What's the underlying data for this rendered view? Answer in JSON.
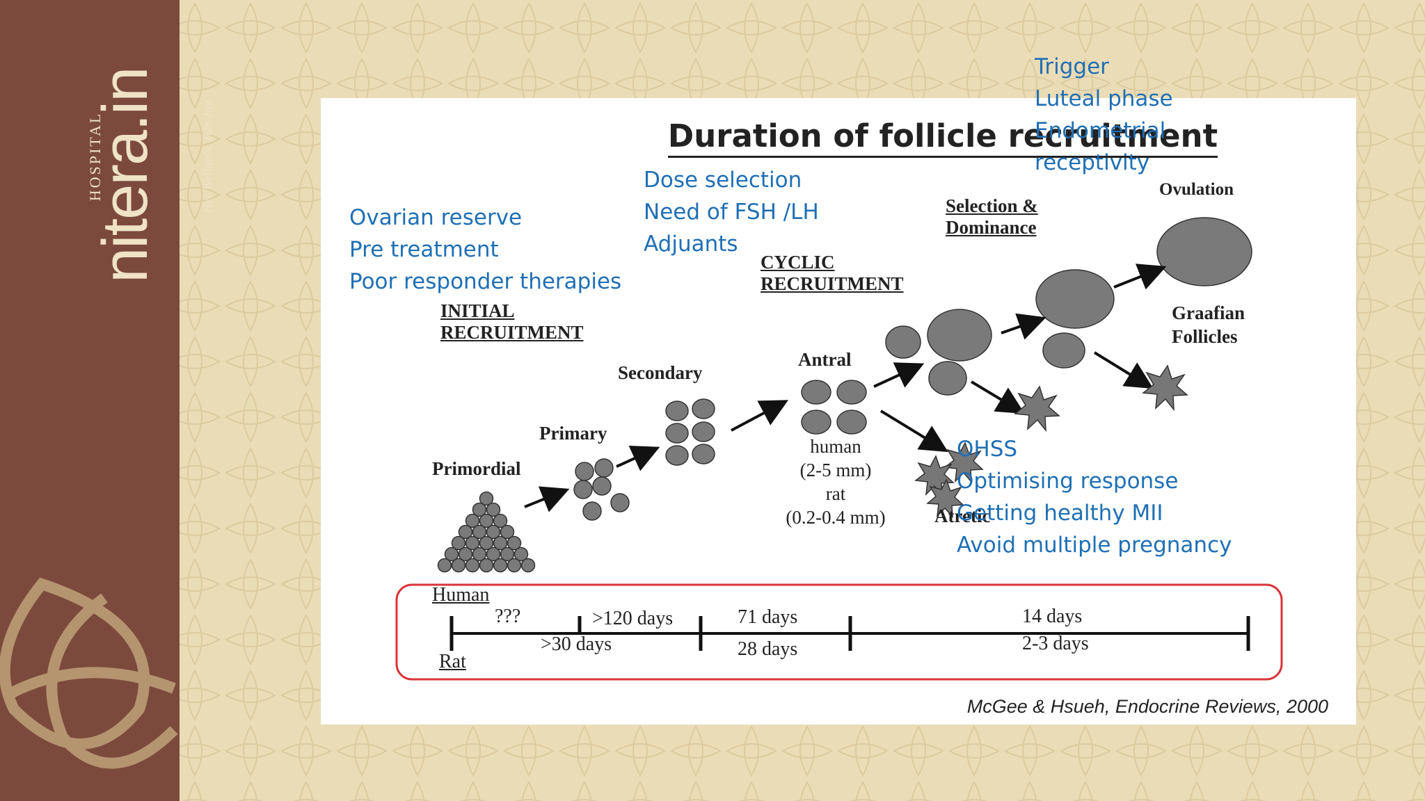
{
  "brand": {
    "name": "nitera.in",
    "top": "HOSPITAL",
    "tagline": "Her Wellness. Her Joy."
  },
  "slide": {
    "title": "Duration of follicle recruitment",
    "labels": {
      "initial": "INITIAL RECRUITMENT",
      "cyclic": "CYCLIC RECRUITMENT",
      "selection": "Selection & Dominance",
      "ovulation": "Ovulation",
      "graafian": "Graafian Follicles",
      "primordial": "Primordial",
      "primary": "Primary",
      "secondary": "Secondary",
      "antral": "Antral",
      "atretic": "Atretic"
    },
    "antral_sizes": [
      "human",
      "(2-5 mm)",
      "rat",
      "(0.2-0.4 mm)"
    ],
    "timeline": {
      "human_label": "Human",
      "rat_label": "Rat",
      "unknown": "???",
      "human_120": ">120 days",
      "rat_30": ">30 days",
      "human_71": "71 days",
      "rat_28": "28 days",
      "human_14": "14 days",
      "rat_2_3": "2-3 days"
    },
    "citation": "McGee & Hsueh, Endocrine Reviews, 2000"
  },
  "notes": {
    "ovarian": [
      "Ovarian reserve",
      "Pre treatment",
      "Poor responder therapies"
    ],
    "dose": [
      "Dose selection",
      "Need of FSH /LH",
      "Adjuants"
    ],
    "trigger": [
      "Trigger",
      "Luteal phase",
      "Endometrial",
      "receptivity"
    ],
    "ohss": [
      "OHSS",
      "Optimising response",
      "Getting healthy MII",
      "Avoid multiple pregnancy"
    ]
  },
  "colors": {
    "sidebar": "#7c4a3d",
    "note_text": "#1f6fb5",
    "timeline_border": "#d9343a",
    "follicle": "#777777"
  }
}
